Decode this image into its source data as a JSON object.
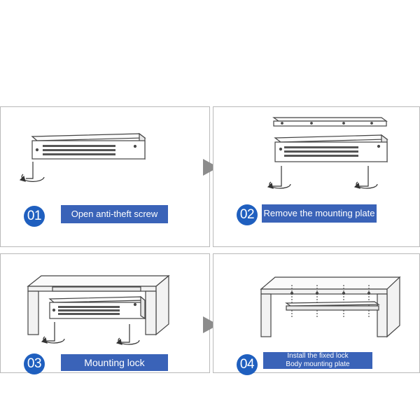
{
  "steps": [
    {
      "number": "01",
      "label": "Open anti-theft screw"
    },
    {
      "number": "02",
      "label": "Remove the mounting plate"
    },
    {
      "number": "03",
      "label": "Mounting lock"
    },
    {
      "number": "04",
      "label": "Install the fixed lock\nBody mounting plate"
    }
  ],
  "colors": {
    "number_circle": "#1f5fbf",
    "label_background": "#3a63b8",
    "panel_border": "#b9b9b9",
    "arrow": "#8c8c8c"
  },
  "icons": [
    "rotate-screwdriver-icon",
    "next-step-arrow-icon"
  ]
}
